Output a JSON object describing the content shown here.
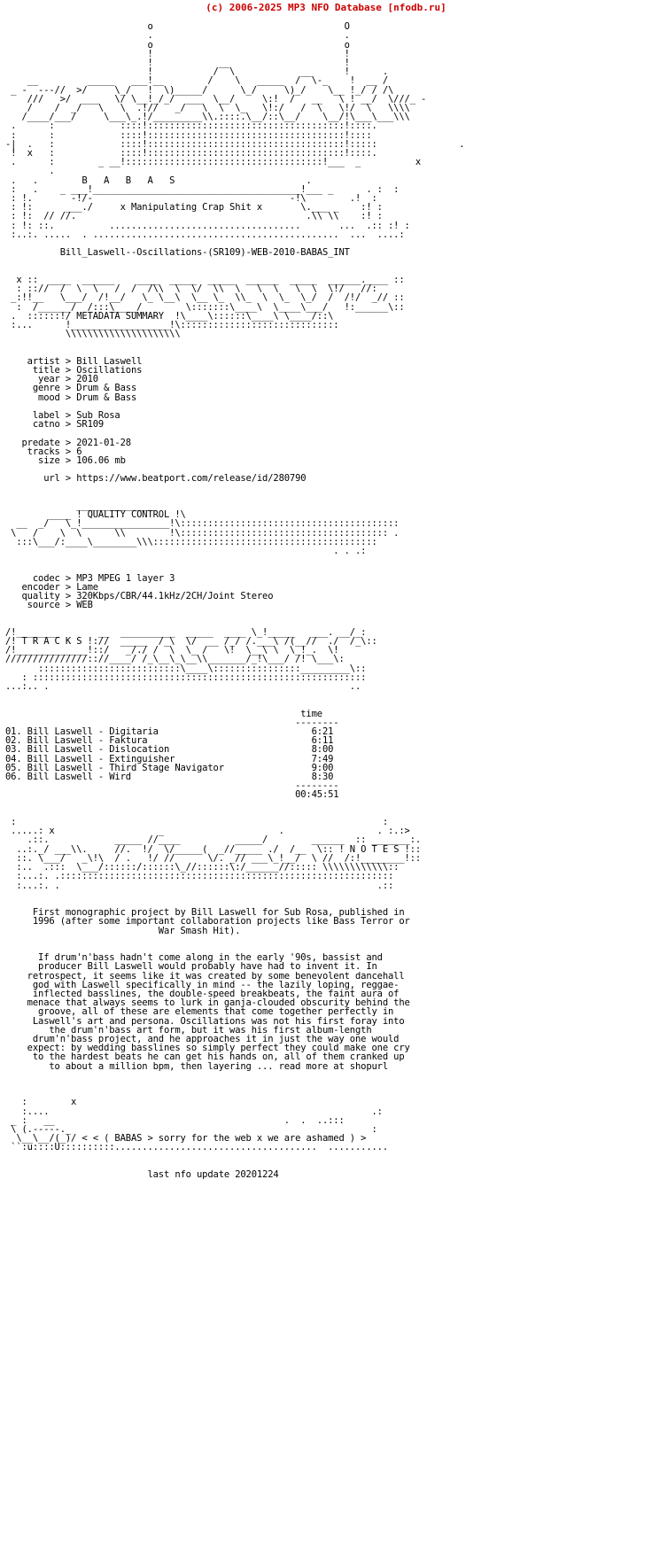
{
  "header": {
    "banner": "(c) 2006-2025 MP3 NFO Database [nfodb.ru]",
    "banner_color": "#cc0000"
  },
  "release": {
    "dirname": "Bill_Laswell--Oscillations-(SR109)-WEB-2010-BABAS_INT",
    "group_tag": "B   A   B   A   S",
    "group_slogan": "x Manipulating Crap Shit x"
  },
  "sections": {
    "metadata_title": "METADATA SUMMARY",
    "quality_title": "QUALITY CONTROL",
    "tracks_title": "T R A C K S",
    "notes_title": "N O T E S"
  },
  "metadata": {
    "rows": [
      {
        "key": "artist",
        "sep": ">",
        "value": "Bill Laswell"
      },
      {
        "key": "title",
        "sep": ">",
        "value": "Oscillations"
      },
      {
        "key": "year",
        "sep": ">",
        "value": "2010"
      },
      {
        "key": "genre",
        "sep": ">",
        "value": "Drum & Bass"
      },
      {
        "key": "mood",
        "sep": ">",
        "value": "Drum & Bass"
      },
      {
        "key": "label",
        "sep": ">",
        "value": "Sub Rosa"
      },
      {
        "key": "catno",
        "sep": ">",
        "value": "SR109"
      },
      {
        "key": "predate",
        "sep": ">",
        "value": "2021-01-28"
      },
      {
        "key": "tracks",
        "sep": ">",
        "value": "6"
      },
      {
        "key": "size",
        "sep": ">",
        "value": "106.06 mb"
      },
      {
        "key": "url",
        "sep": ">",
        "value": "https://www.beatport.com/release/id/280790"
      }
    ]
  },
  "quality": {
    "rows": [
      {
        "key": "codec",
        "sep": ">",
        "value": "MP3 MPEG 1 layer 3"
      },
      {
        "key": "encoder",
        "sep": ">",
        "value": "Lame"
      },
      {
        "key": "quality",
        "sep": ">",
        "value": "320Kbps/CBR/44.1kHz/2CH/Joint Stereo"
      },
      {
        "key": "source",
        "sep": ">",
        "value": "WEB"
      }
    ]
  },
  "tracks": {
    "time_header": "time",
    "items": [
      {
        "num": "01.",
        "artist": "Bill Laswell",
        "dash": "-",
        "title": "Digitaria",
        "time": "6:21"
      },
      {
        "num": "02.",
        "artist": "Bill Laswell",
        "dash": "-",
        "title": "Faktura",
        "time": "6:11"
      },
      {
        "num": "03.",
        "artist": "Bill Laswell",
        "dash": "-",
        "title": "Dislocation",
        "time": "8:00"
      },
      {
        "num": "04.",
        "artist": "Bill Laswell",
        "dash": "-",
        "title": "Extinguisher",
        "time": "7:49"
      },
      {
        "num": "05.",
        "artist": "Bill Laswell",
        "dash": "-",
        "title": "Third Stage Navigator",
        "time": "9:00"
      },
      {
        "num": "06.",
        "artist": "Bill Laswell",
        "dash": "-",
        "title": "Wird",
        "time": "8:30"
      }
    ],
    "total_time": "00:45:51"
  },
  "notes": {
    "intro": "First monographic project by Bill Laswell for Sub Rosa, published in\n1996 (after some important collaboration projects like Bass Terror or\nWar Smash Hit).",
    "body": "If drum'n'bass hadn't come along in the early '90s, bassist and\nproducer Bill Laswell would probably have had to invent it. In\nretrospect, it seems like it was created by some benevolent dancehall\ngod with Laswell specifically in mind -- the lazily loping, reggae-\ninflected basslines, the double-speed breakbeats, the faint aura of\nmenace that always seems to lurk in ganja-clouded obscurity behind the\ngroove, all of these are elements that come together perfectly in\nLaswell's art and persona. Oscillations was not his first foray into\nthe drum'n'bass art form, but it was his first album-length\ndrum'n'bass project, and he approaches it in just the way one would\nexpect: by wedding basslines so simply perfect they could make one cry\nto the hardest beats he can get his hands on, all of them cranked up\nto about a million bpm, then layering ... read more at shopurl"
  },
  "footer": {
    "greet": "< ( BABAS > sorry for the web x we are ashamed ) >",
    "last_update": "last nfo update 20201224"
  },
  "ascii": {
    "logo": "                           o                                   O\n                           .                                   .\n                           o                                   o\n                           |                                   |\n                           !            __                     !\n                           !           /  \\            __      !      .\n     __         _____   ___!__        /    \\   _____  /  \\-_   !  __ /\n  _ -  ---//  >/     \\_/   !  \\)_____/      \\_/     \\)_/    \\__!_/ / /\\\n     ///   >/  ___   \\/ \\__!_/_/  ___  \\__/     \\:! /   __   \\ ! __/  \\ ///_ -\n     /    /  _/   \\   \\  .!//   _/   \\  \\  \\_   \\!:/   /  \\   \\!/  \\   \\\\\\\\\n    /____/___/     \\___\\_.!/_________\\\\.::::.\\__/::\\__/    \\__/!\\___\\___\\\\\\\n  .      :            ::::!::::::::::::::::::::::::::::::::::::!::::.\n  :      :            ::::!::::::::::::::::::::::::::::::::::::!::::\n -|  .   :            ::::!::::::::::::::::::::::::::::::::::::!:::::               .\n  !  x   :            ::::!::::::::::::::::::::::::::::::::::::!::::.\n  .      :        _ __!::::::::::::::::::::::::::::::::::::!___  _          x\n         .\n  .   .        B       A       B       A       S                        .\n  :   .    _ ___!______________________________________!___ _      . :  :\n  : !.       -!/-                                    -!\\        .!  :\n  : !:      ___./     x Manipulating Crap Shit x       \\.___ _    :!  :\n  : !:  // //.                                          .\\\\ \\\\    :! :\n  : !: ::.          ...................................       ...  .:: :! :\n  :..:. .....  . .............................................  ...  ....:"
  }
}
